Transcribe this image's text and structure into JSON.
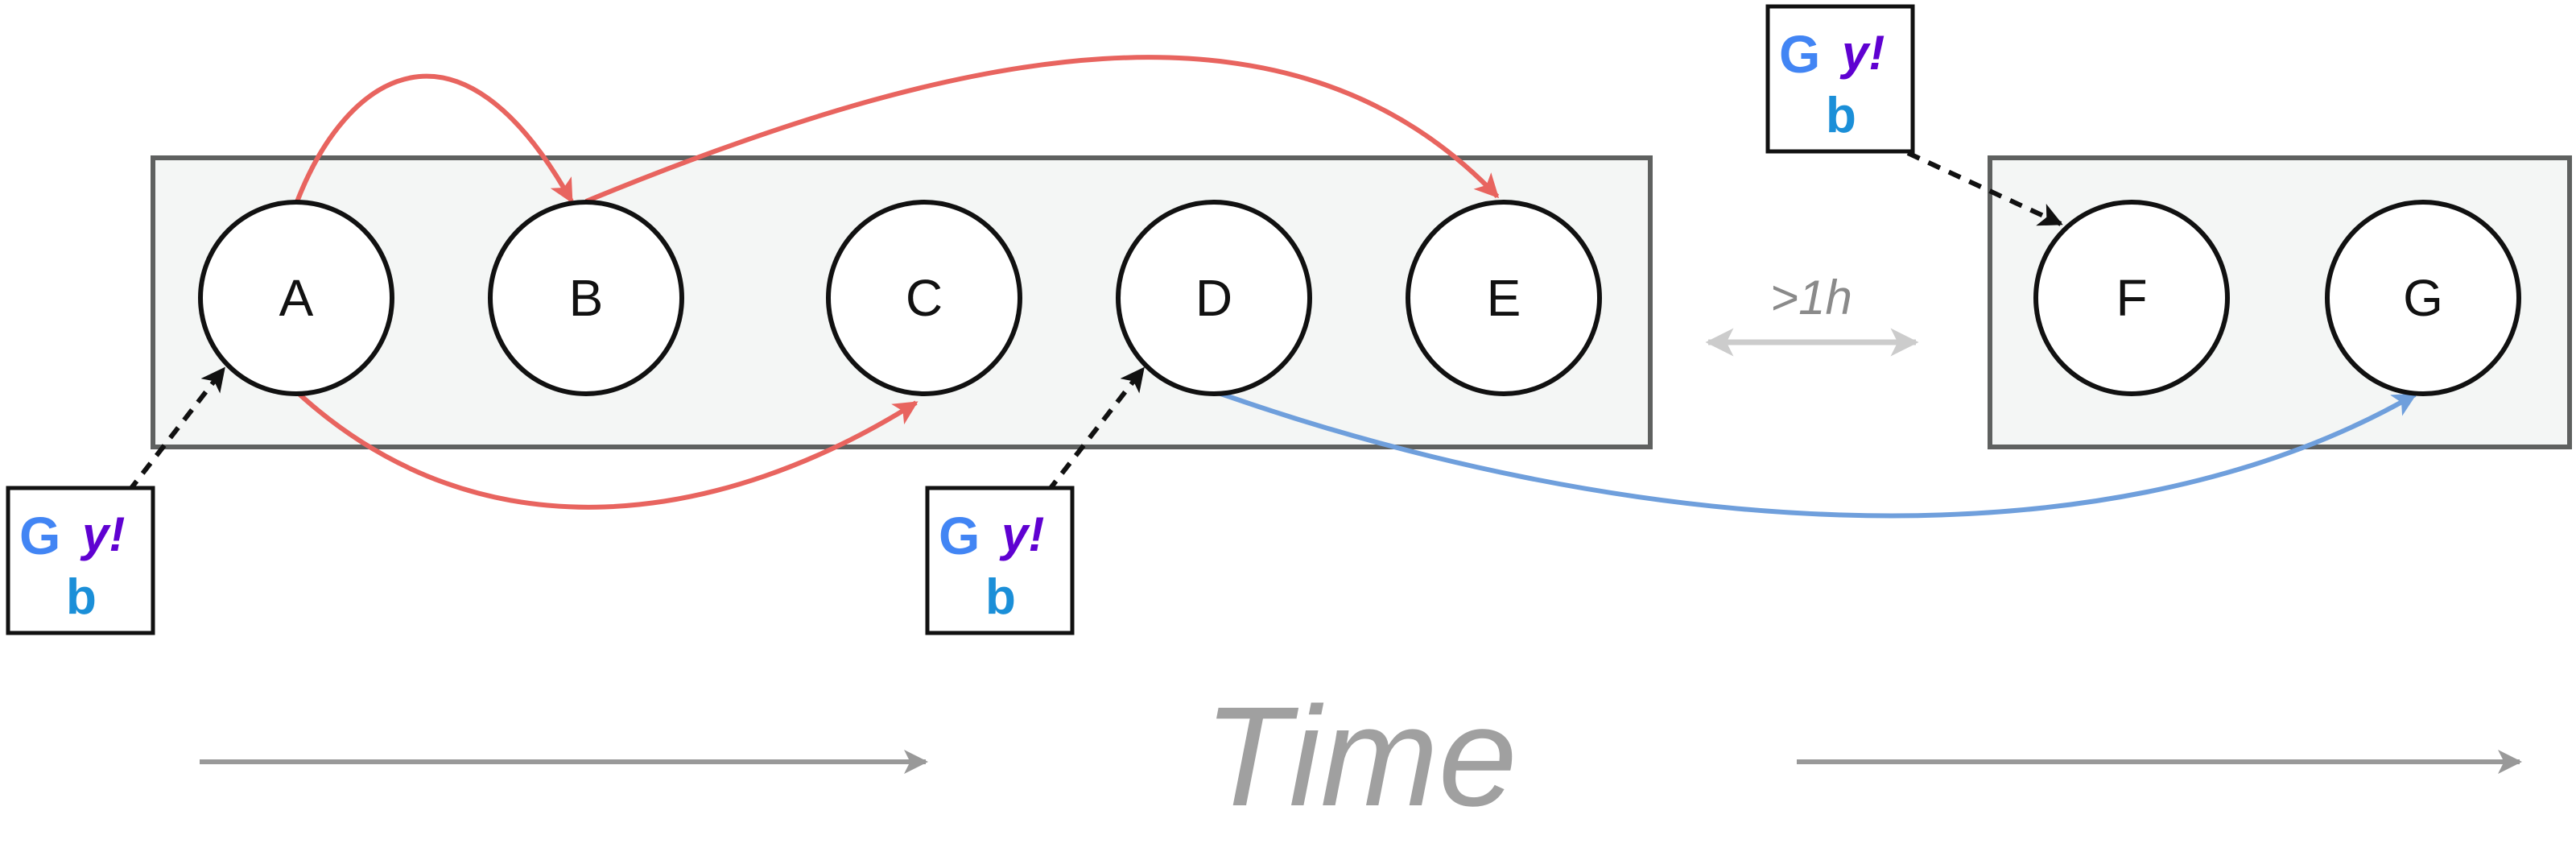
{
  "nodes": [
    {
      "id": "A",
      "label": "A"
    },
    {
      "id": "B",
      "label": "B"
    },
    {
      "id": "C",
      "label": "C"
    },
    {
      "id": "D",
      "label": "D"
    },
    {
      "id": "E",
      "label": "E"
    },
    {
      "id": "F",
      "label": "F"
    },
    {
      "id": "G",
      "label": "G"
    }
  ],
  "session_gap_label": ">1h",
  "axis_label": "Time",
  "search_engine_glyphs": {
    "google": "G",
    "yahoo": "y!",
    "bing": "b"
  },
  "colors": {
    "in_session_link": "#e8645f",
    "cross_session_link": "#6f9fdc",
    "search_entry": "#111111",
    "session_box_fill": "#f4f6f5",
    "session_box_stroke": "#5f6160",
    "gap_arrow": "#cccccc",
    "axis": "#999999",
    "google_blue": "#4285f4",
    "google_red": "#ea4335",
    "google_yellow": "#fbbc05",
    "google_green": "#34a853",
    "yahoo_purple": "#5f01d1",
    "bing_blue": "#1b8fd8"
  },
  "icons": [
    "search-engine-logos-icon"
  ]
}
